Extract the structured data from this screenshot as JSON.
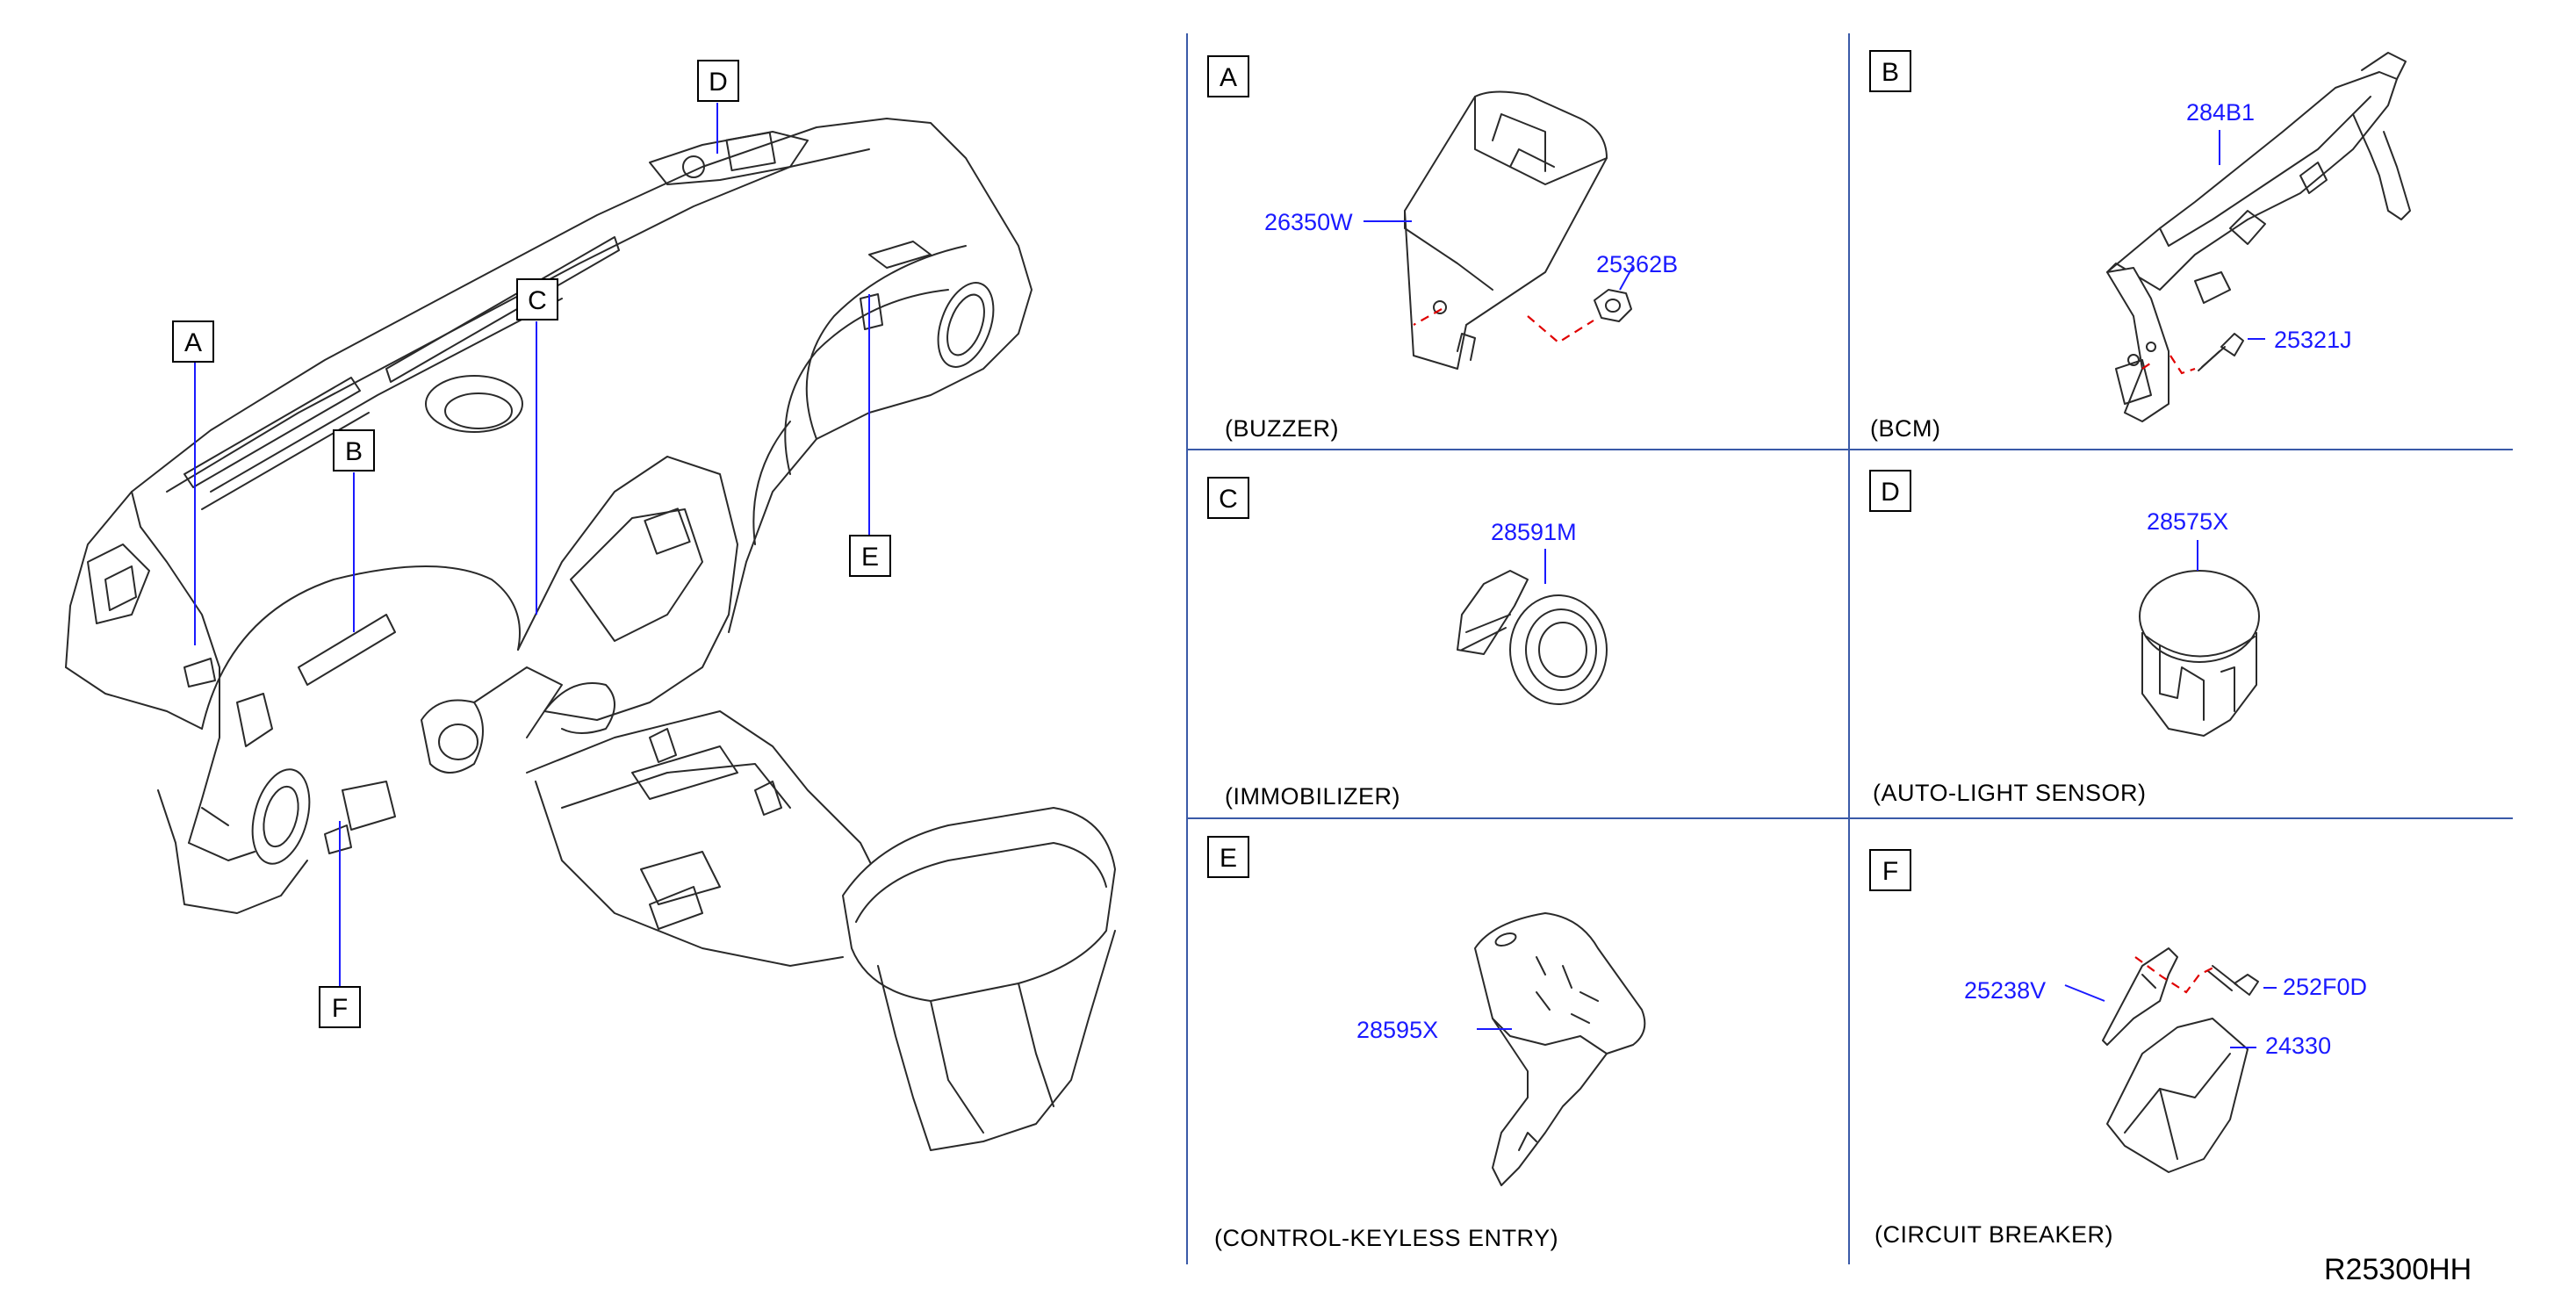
{
  "reference_code": "R25300HH",
  "overview": {
    "callouts": [
      "A",
      "B",
      "C",
      "D",
      "E",
      "F"
    ]
  },
  "panels": [
    {
      "letter": "A",
      "caption": "(BUZZER)",
      "parts": [
        "26350W",
        "25362B"
      ]
    },
    {
      "letter": "B",
      "caption": "(BCM)",
      "parts": [
        "284B1",
        "25321J"
      ]
    },
    {
      "letter": "C",
      "caption": "(IMMOBILIZER)",
      "parts": [
        "28591M"
      ]
    },
    {
      "letter": "D",
      "caption": "(AUTO-LIGHT   SENSOR)",
      "parts": [
        "28575X"
      ]
    },
    {
      "letter": "E",
      "caption": "(CONTROL-KEYLESS   ENTRY)",
      "parts": [
        "28595X"
      ]
    },
    {
      "letter": "F",
      "caption": "(CIRCUIT   BREAKER)",
      "parts": [
        "25238V",
        "252F0D",
        "24330"
      ]
    }
  ],
  "colors": {
    "part_number": "#1a1aff",
    "divider": "#3a5aa8",
    "dashed_link": "#e00000",
    "outline": "#2a2a2a"
  }
}
